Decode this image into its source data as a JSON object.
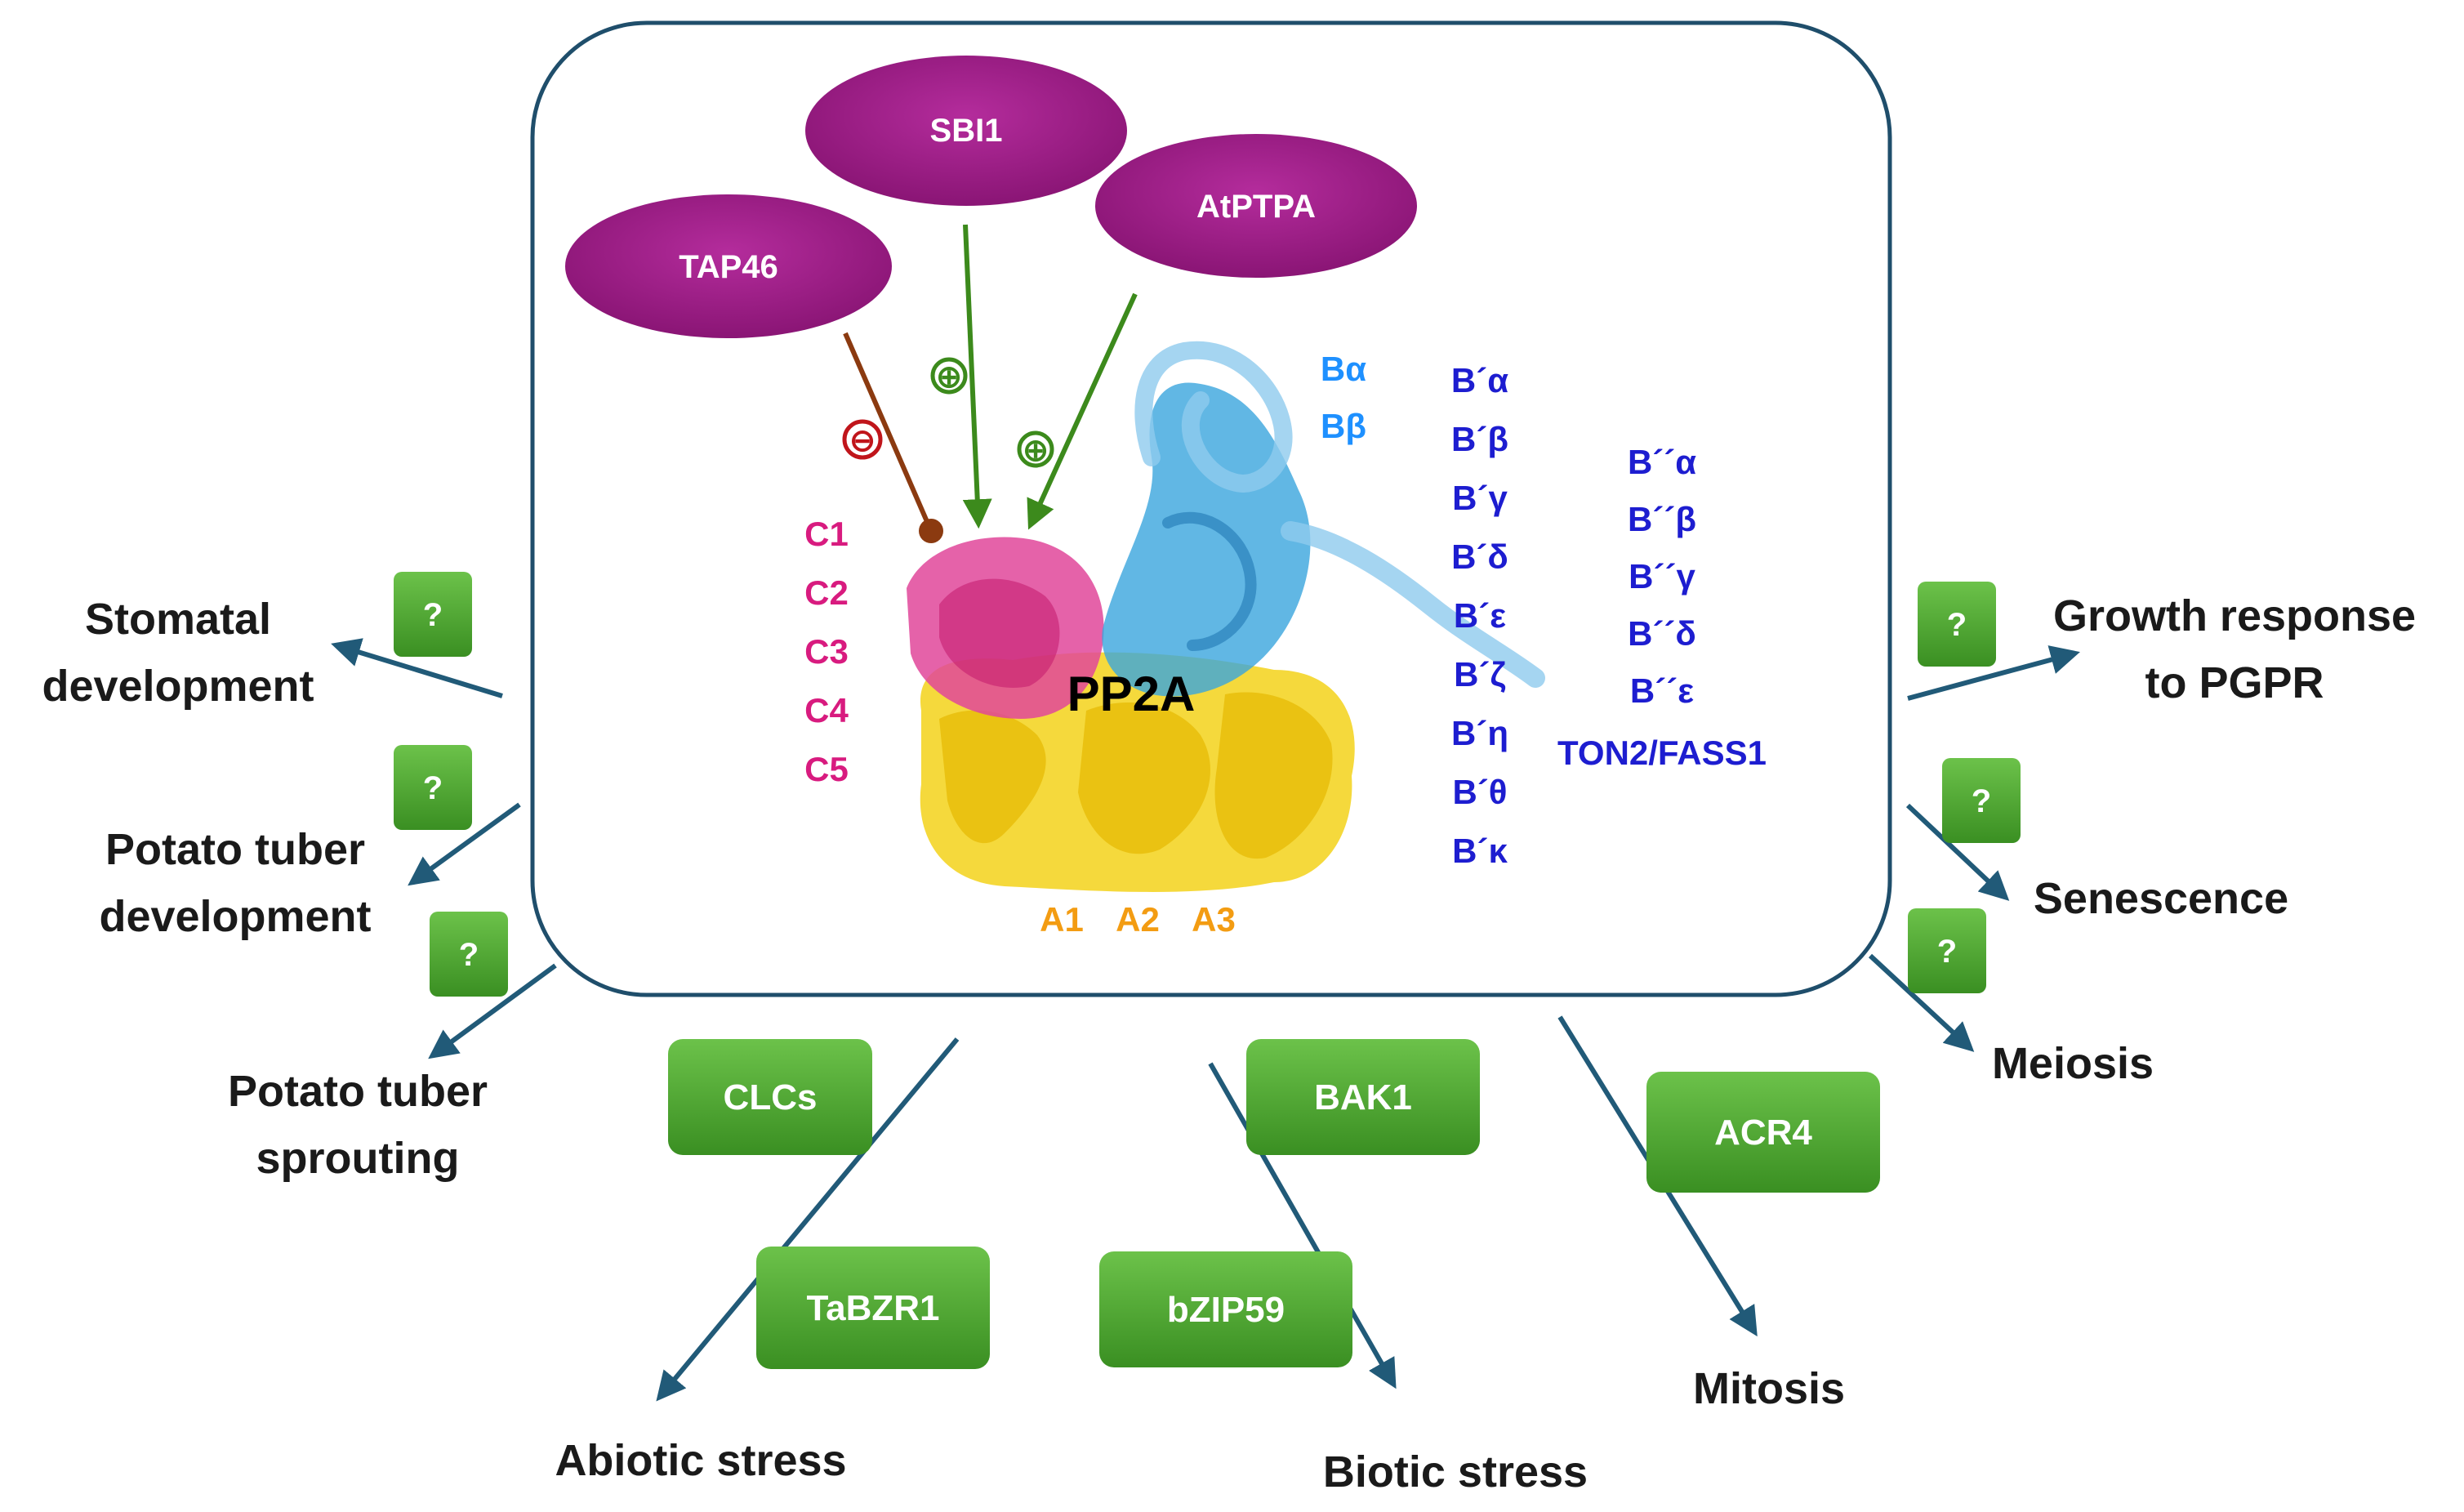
{
  "colors": {
    "frame": "#1f4e6b",
    "regulator": "#9b1f86",
    "inhibit": "#8b3a10",
    "activate": "#3c8a1c",
    "arrow": "#215a78",
    "green_box": "#4aa832",
    "catalytic": "#d81b7f",
    "scaffold": "#f39c12",
    "b_family": "#1e90ff",
    "b_prime": "#1d1dd0",
    "structure_yellow": "#f3d21a",
    "structure_pink": "#e0469a",
    "structure_blue": "#3aa5dd"
  },
  "regulators": [
    {
      "id": "sbi1",
      "label": "SBI1",
      "effect": "⊕"
    },
    {
      "id": "atptpa",
      "label": "AtPTPA",
      "effect": "⊕"
    },
    {
      "id": "tap46",
      "label": "TAP46",
      "effect": "⊖"
    }
  ],
  "complex": {
    "label": "PP2A"
  },
  "subunits": {
    "catalytic_c": [
      "C1",
      "C2",
      "C3",
      "C4",
      "C5"
    ],
    "scaffold_a": [
      "A1",
      "A2",
      "A3"
    ],
    "regulatory_b": [
      "Bα",
      "Bβ"
    ],
    "regulatory_b_prime": [
      "B´α",
      "B´β",
      "B´γ",
      "B´δ",
      "B´ε",
      "B´ζ",
      "B´η",
      "B´θ",
      "B´κ"
    ],
    "regulatory_b_double_prime": [
      "B´´α",
      "B´´β",
      "B´´γ",
      "B´´δ",
      "B´´ε",
      "TON2/FASS1"
    ]
  },
  "interactors": [
    "CLCs",
    "TaBZR1",
    "BAK1",
    "bZIP59",
    "ACR4"
  ],
  "unknown_marker": "?",
  "outcomes": {
    "stomatal": [
      "Stomatal",
      "development"
    ],
    "tuber_dev": [
      "Potato tuber",
      "development"
    ],
    "tuber_sprout": [
      "Potato tuber",
      "sprouting"
    ],
    "pgpr": [
      "Growth response",
      "to PGPR"
    ],
    "senescence": "Senescence",
    "meiosis": "Meiosis",
    "abiotic": "Abiotic stress",
    "biotic": "Biotic stress",
    "mitosis": "Mitosis"
  }
}
